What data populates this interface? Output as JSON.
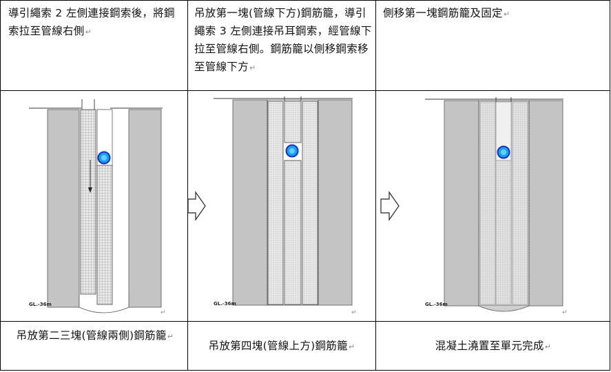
{
  "steps": [
    {
      "caption_top": "導引繩索 2 左側連接鋼索後，將鋼索拉至管線右側",
      "caption_bottom": "吊放第二三塊(管線兩側)鋼筋籠"
    },
    {
      "caption_top": "吊放第一塊(管線下方)鋼筋籠，導引繩索 3 左側連接吊耳鋼索，經管線下拉至管線右側。鋼筋籠以側移鋼索移至管線下方",
      "caption_bottom": "吊放第四塊(管線上方)鋼筋籠"
    },
    {
      "caption_top": "側移第一塊鋼筋籠及固定",
      "caption_bottom": "混凝土澆置至單元完成"
    }
  ],
  "paragraph_mark": "↵",
  "depth_label": "GL.-36m",
  "colors": {
    "soil": "#c4c4c4",
    "cage_mesh": "#8c8c8c",
    "pipe_fill": "#1aa0f0",
    "pipe_ring": "#1530c0",
    "border": "#000000"
  },
  "icons": [
    "arrow-right-outline-icon",
    "arrow-down-icon",
    "pipe-circle-icon"
  ]
}
